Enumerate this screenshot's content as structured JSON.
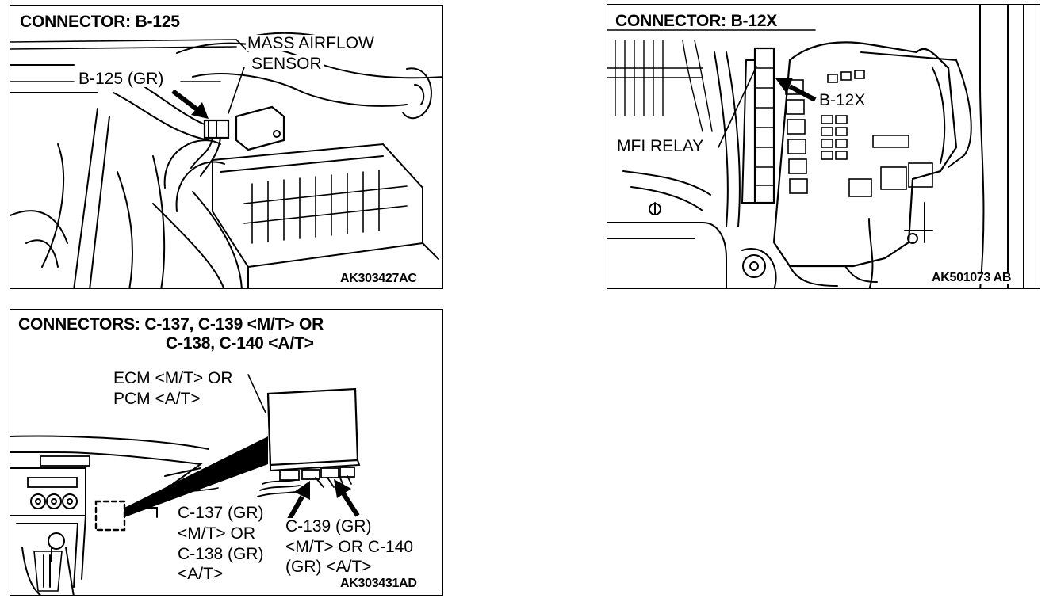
{
  "panels": {
    "b125": {
      "title": "CONNECTOR: B-125",
      "callout_sensor_line1": "MASS AIRFLOW",
      "callout_sensor_line2": "SENSOR",
      "callout_connector": "B-125 (GR)",
      "figure_code": "AK303427AC"
    },
    "b12x": {
      "title": "CONNECTOR: B-12X",
      "callout_connector": "B-12X",
      "callout_relay": "MFI RELAY",
      "figure_code": "AK501073 AB"
    },
    "c137": {
      "title_line1": "CONNECTORS: C-137, C-139 <M/T> OR",
      "title_line2": "C-138, C-140 <A/T>",
      "callout_module_line1": "ECM <M/T> OR",
      "callout_module_line2": "PCM <A/T>",
      "callout_left_line1": "C-137 (GR)",
      "callout_left_line2": "<M/T> OR",
      "callout_left_line3": "C-138 (GR)",
      "callout_left_line4": "<A/T>",
      "callout_right_line1": "C-139 (GR)",
      "callout_right_line2": "<M/T> OR C-140",
      "callout_right_line3": "(GR) <A/T>",
      "figure_code": "AK303431AD"
    }
  },
  "colors": {
    "ink": "#000000",
    "paper": "#ffffff"
  }
}
